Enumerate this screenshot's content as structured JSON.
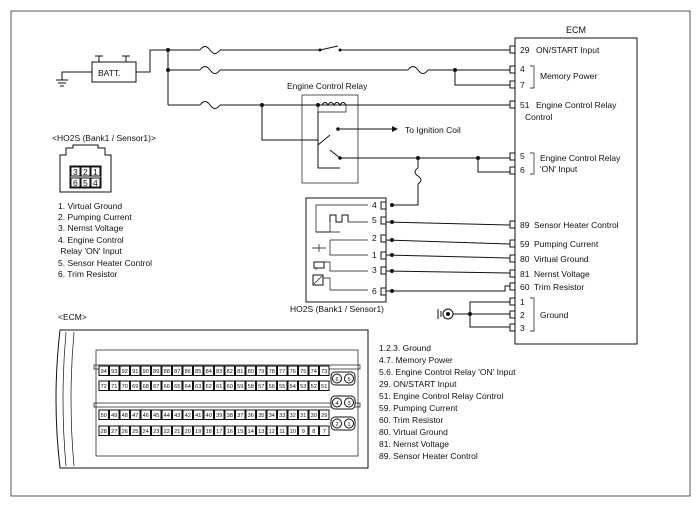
{
  "ecm": {
    "title": "ECM",
    "pins": [
      {
        "num": "29",
        "label": "ON/START Input"
      },
      {
        "num": "4",
        "label": "Memory Power"
      },
      {
        "num": "7",
        "label": ""
      },
      {
        "num": "51",
        "label": "Engine Control Relay"
      },
      {
        "num": "",
        "label": "Control"
      },
      {
        "num": "5",
        "label": "Engine Control Relay"
      },
      {
        "num": "6",
        "label": "'ON' Input"
      },
      {
        "num": "89",
        "label": "Sensor Heater Control"
      },
      {
        "num": "59",
        "label": "Pumping Current"
      },
      {
        "num": "80",
        "label": "Virtual Ground"
      },
      {
        "num": "81",
        "label": "Nernst Voltage"
      },
      {
        "num": "60",
        "label": "Trim Resistor"
      },
      {
        "num": "1",
        "label": "Ground"
      },
      {
        "num": "2",
        "label": ""
      },
      {
        "num": "3",
        "label": ""
      }
    ]
  },
  "battery": {
    "label": "BATT."
  },
  "relay": {
    "title": "Engine Control Relay",
    "to_ignition": "To Ignition Coil"
  },
  "ho2s": {
    "connector_title": "<HO2S (Bank1 / Sensor1)>",
    "connector_pins": [
      "3",
      "2",
      "1",
      "6",
      "5",
      "4"
    ],
    "pin_list": [
      "1. Virtual Ground",
      "2. Pumping Current",
      "3. Nernst Voltage",
      "4. Engine Control",
      " Relay 'ON' Input",
      "5. Sensor Heater Control",
      "6. Trim Resistor"
    ],
    "box_title": "HO2S (Bank1 / Sensor1)",
    "box_pins": [
      "4",
      "5",
      "2",
      "1",
      "3",
      "6"
    ]
  },
  "ecm_connector": {
    "title": "<ECM>",
    "row1": [
      "94",
      "93",
      "92",
      "91",
      "90",
      "89",
      "88",
      "87",
      "86",
      "85",
      "84",
      "83",
      "82",
      "81",
      "80",
      "79",
      "78",
      "77",
      "76",
      "75",
      "74",
      "73"
    ],
    "row2": [
      "72",
      "71",
      "70",
      "69",
      "68",
      "67",
      "66",
      "65",
      "64",
      "63",
      "62",
      "61",
      "60",
      "59",
      "58",
      "57",
      "56",
      "55",
      "54",
      "53",
      "52",
      "51"
    ],
    "row3": [
      "50",
      "49",
      "48",
      "47",
      "46",
      "45",
      "44",
      "43",
      "42",
      "41",
      "40",
      "39",
      "38",
      "37",
      "36",
      "35",
      "34",
      "33",
      "32",
      "31",
      "30",
      "29"
    ],
    "row4": [
      "28",
      "27",
      "26",
      "25",
      "24",
      "23",
      "22",
      "21",
      "20",
      "19",
      "18",
      "17",
      "16",
      "15",
      "14",
      "13",
      "12",
      "11",
      "10",
      "9",
      "8",
      "7"
    ],
    "side": [
      "6",
      "5",
      "4",
      "3",
      "2",
      "1"
    ]
  },
  "legend": [
    "1.2.3. Ground",
    "4.7. Memory Power",
    "5.6. Engine Control Relay 'ON' Input",
    "29. ON/START Input",
    "51. Engine Control Relay Control",
    "59. Pumping Current",
    "60. Trim Resistor",
    "80. Virtual Ground",
    "81. Nernst Voltage",
    "89. Sensor Heater Control"
  ]
}
